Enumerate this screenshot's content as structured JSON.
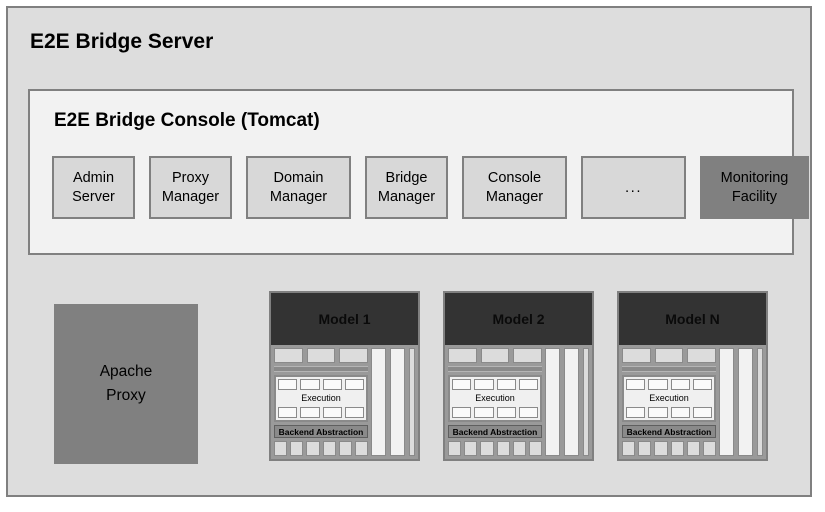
{
  "diagram": {
    "title": "E2E Bridge Server",
    "background_color": "#dddddd",
    "border_color": "#808080"
  },
  "console": {
    "title": "E2E Bridge Console (Tomcat)",
    "background_color": "#f2f2f2",
    "modules": [
      {
        "label": "Admin Server",
        "line1": "Admin",
        "line2": "Server",
        "highlight": false
      },
      {
        "label": "Proxy Manager",
        "line1": "Proxy",
        "line2": "Manager",
        "highlight": false
      },
      {
        "label": "Domain Manager",
        "line1": "Domain",
        "line2": "Manager",
        "highlight": false
      },
      {
        "label": "Bridge Manager",
        "line1": "Bridge",
        "line2": "Manager",
        "highlight": false
      },
      {
        "label": "Console Manager",
        "line1": "Console",
        "line2": "Manager",
        "highlight": false
      },
      {
        "label": "...",
        "line1": "...",
        "line2": "",
        "highlight": false
      },
      {
        "label": "Monitoring Facility",
        "line1": "Monitoring",
        "line2": "Facility",
        "highlight": true
      }
    ]
  },
  "proxy": {
    "line1": "Apache",
    "line2": "Proxy",
    "color": "#808080"
  },
  "models": [
    {
      "title": "Model 1",
      "header_color": "#333333",
      "execution_label": "Execution",
      "backend_label": "Backend Abstraction"
    },
    {
      "title": "Model 2",
      "header_color": "#333333",
      "execution_label": "Execution",
      "backend_label": "Backend Abstraction"
    },
    {
      "title": "Model N",
      "header_color": "#333333",
      "execution_label": "Execution",
      "backend_label": "Backend Abstraction"
    }
  ]
}
